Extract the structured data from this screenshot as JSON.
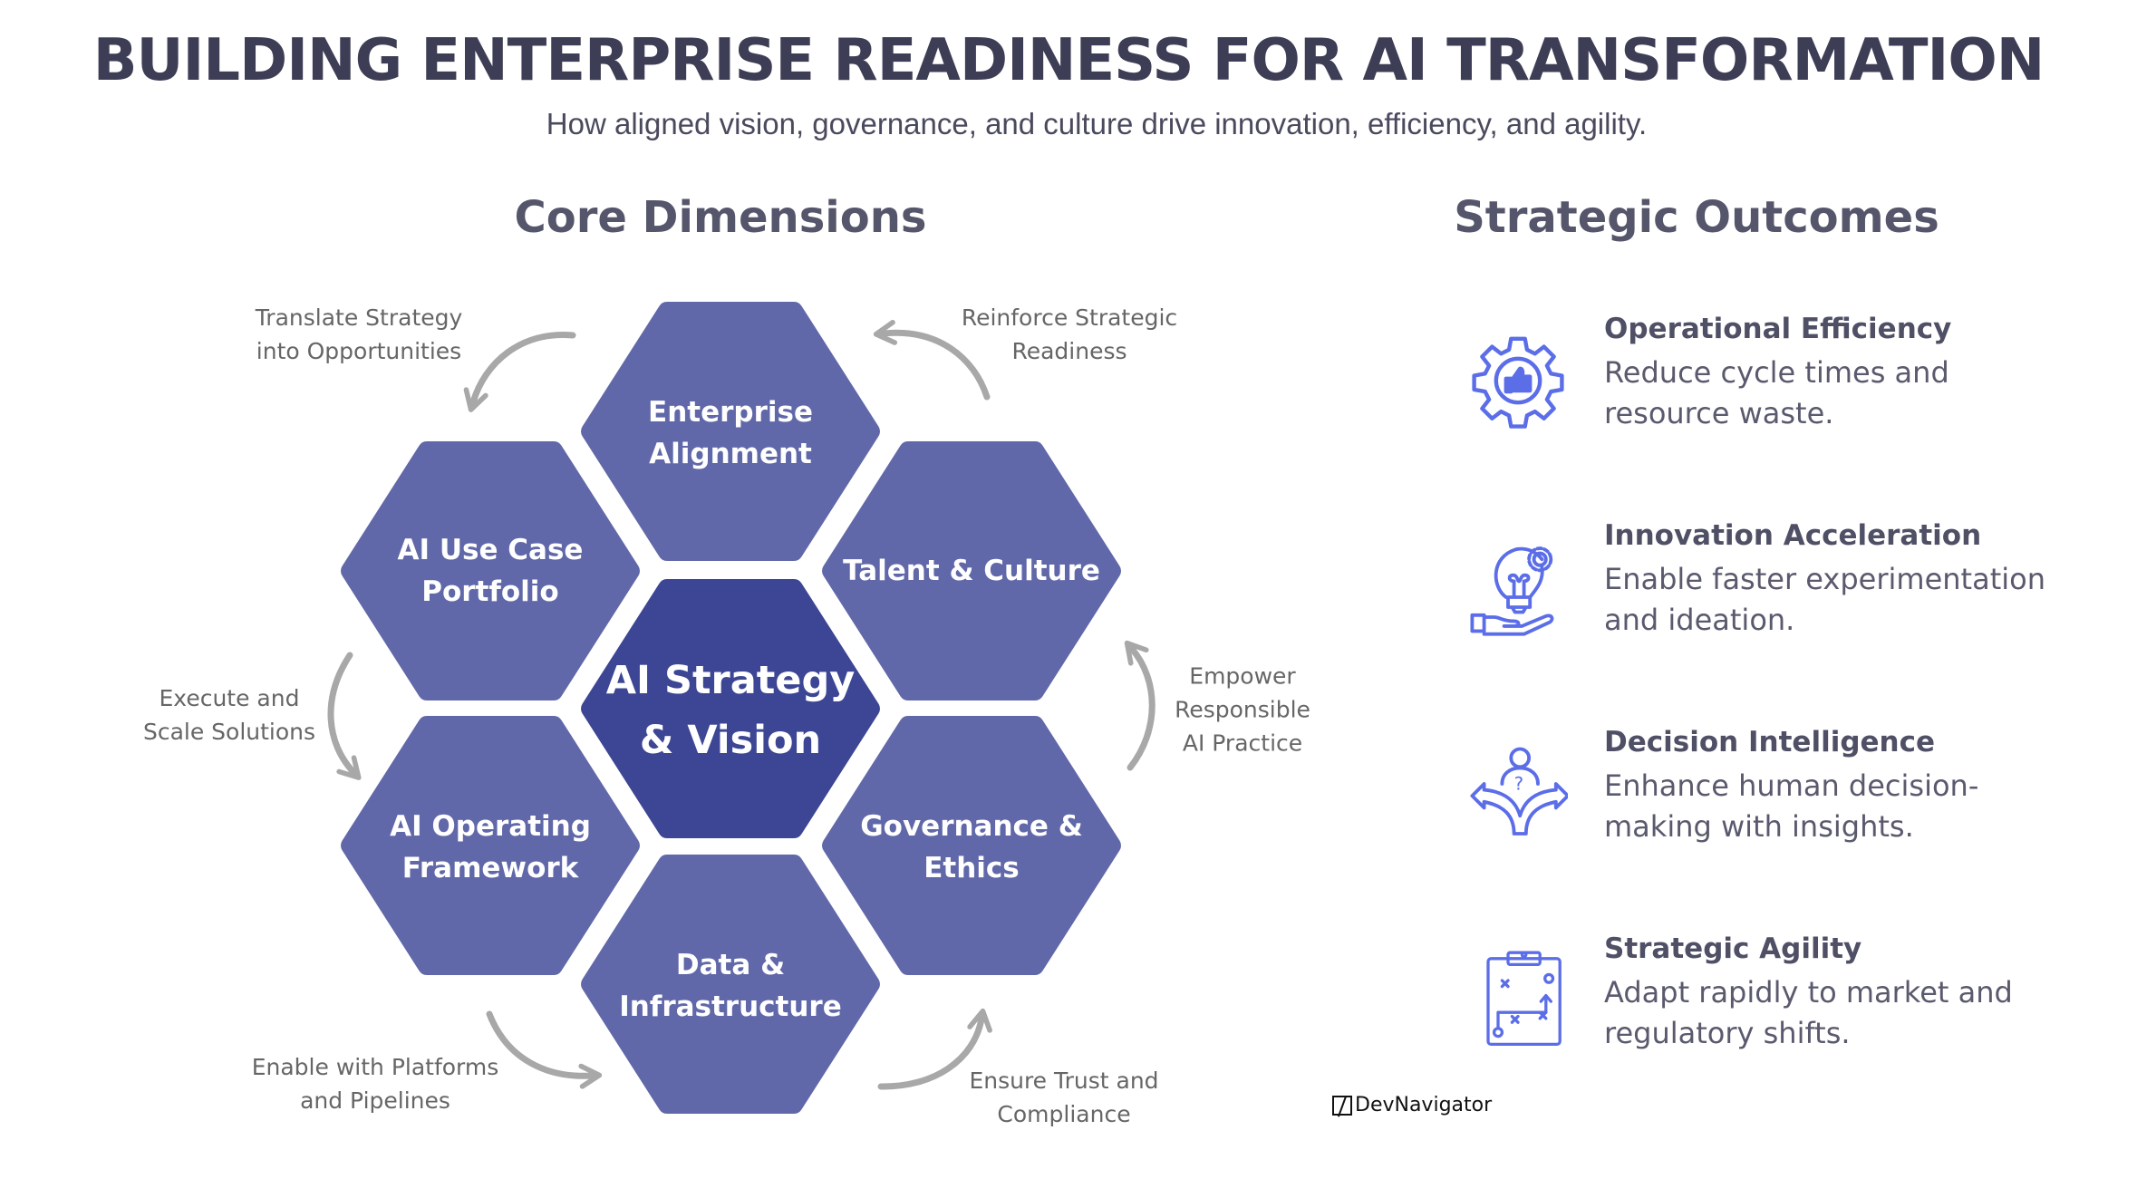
{
  "header": {
    "title": "BUILDING ENTERPRISE READINESS FOR AI TRANSFORMATION",
    "subtitle": "How aligned vision, governance, and culture drive innovation, efficiency, and agility."
  },
  "core": {
    "heading": "Core Dimensions",
    "center": [
      "AI Strategy",
      "& Vision"
    ],
    "hexes": {
      "top": [
        "Enterprise",
        "Alignment"
      ],
      "upper_left": [
        "AI Use Case",
        "Portfolio"
      ],
      "upper_right": [
        "Talent & Culture"
      ],
      "lower_left": [
        "AI Operating",
        "Framework"
      ],
      "lower_right": [
        "Governance &",
        "Ethics"
      ],
      "bottom": [
        "Data &",
        "Infrastructure"
      ]
    },
    "annotations": {
      "translate": [
        "Translate Strategy",
        "into Opportunities"
      ],
      "reinforce": [
        "Reinforce Strategic",
        "Readiness"
      ],
      "execute": [
        "Execute and",
        "Scale Solutions"
      ],
      "empower": [
        "Empower",
        "Responsible",
        "AI Practice"
      ],
      "enable": [
        "Enable with Platforms",
        "and Pipelines"
      ],
      "ensure": [
        "Ensure Trust and",
        "Compliance"
      ]
    },
    "colors": {
      "hex": "#6068a9",
      "center": "#3c4694",
      "arrow": "#a8a8a8"
    }
  },
  "outcomes": {
    "heading": "Strategic Outcomes",
    "icon_color": "#5b6ee8",
    "items": [
      {
        "icon": "gear-thumbs-up-icon",
        "title": "Operational Efficiency",
        "desc": "Reduce cycle times and resource waste."
      },
      {
        "icon": "lightbulb-hand-icon",
        "title": "Innovation Acceleration",
        "desc": "Enable faster experimentation and ideation."
      },
      {
        "icon": "person-decision-arrows-icon",
        "title": "Decision Intelligence",
        "desc": "Enhance human decision-making with insights."
      },
      {
        "icon": "clipboard-strategy-icon",
        "title": "Strategic Agility",
        "desc": "Adapt rapidly to market and regulatory shifts."
      }
    ]
  },
  "logo": {
    "text": "DevNavigator"
  }
}
